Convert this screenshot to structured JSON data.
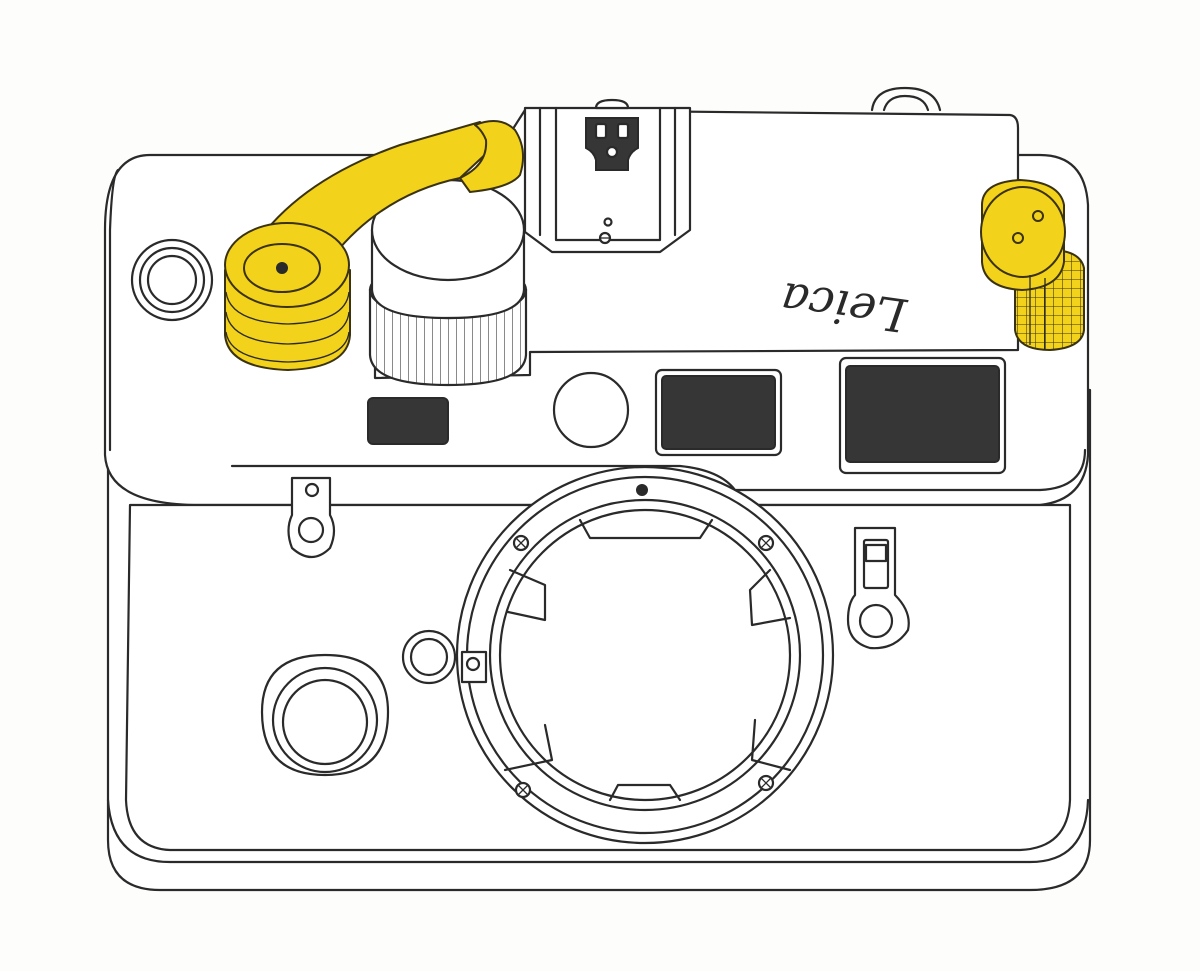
{
  "logo": {
    "text": "Leica"
  },
  "colors": {
    "highlight": "#f2d21a",
    "highlight_dark": "#d9b800",
    "line": "#2a2a2a",
    "window_fill": "#363636",
    "background": "#fdfdfc"
  },
  "highlighted_parts": [
    "film-advance-lever",
    "rewind-knob"
  ]
}
